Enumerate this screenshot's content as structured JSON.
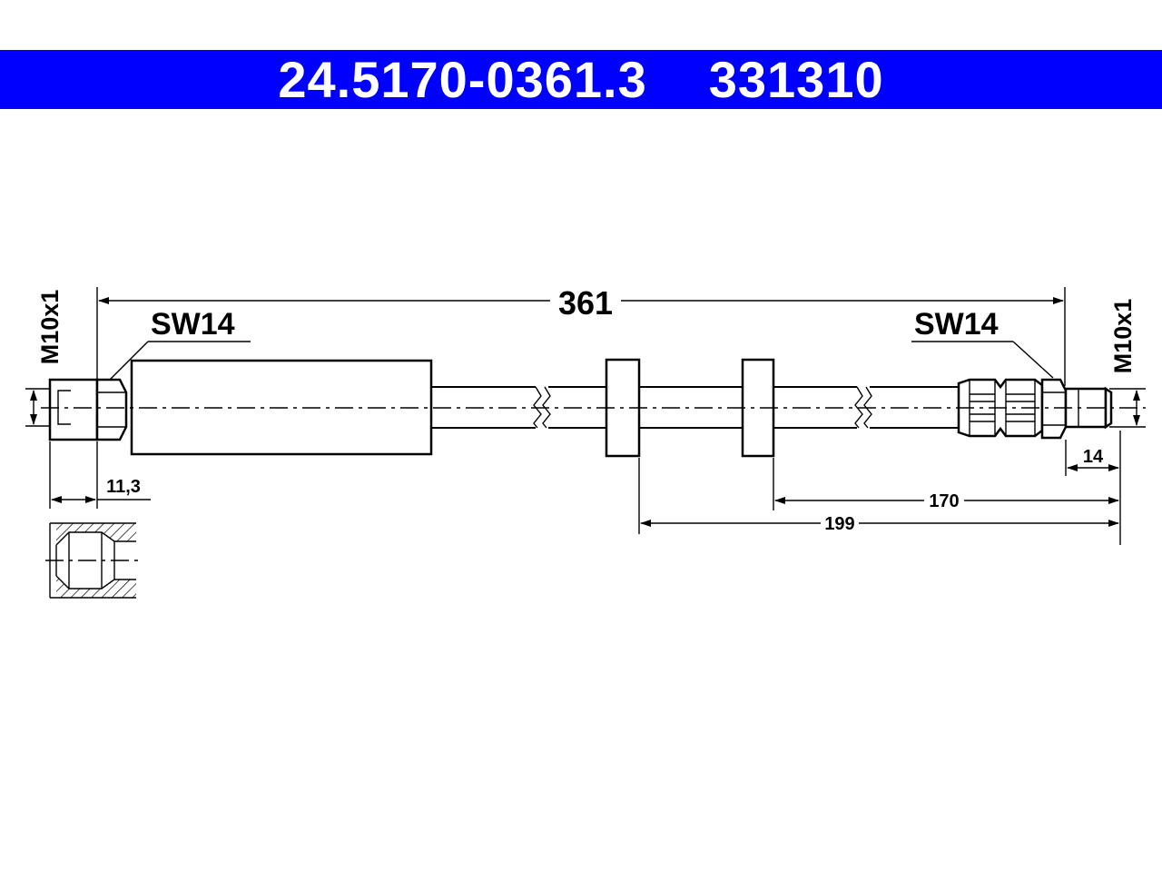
{
  "header": {
    "part_number": "24.5170-0361.3",
    "code": "331310",
    "background": "#0000ff",
    "text_color": "#ffffff"
  },
  "drawing": {
    "overall_length": "361",
    "wrench_size_left": "SW14",
    "wrench_size_right": "SW14",
    "thread_left": "M10x1",
    "thread_right": "M10x1",
    "dim_left_fitting": "11,3",
    "dim_right_fitting": "14",
    "dim_bracket_1": "170",
    "dim_bracket_2": "199"
  }
}
